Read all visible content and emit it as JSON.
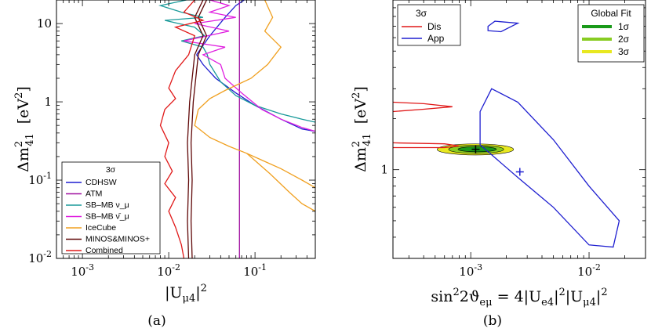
{
  "chart_data": [
    {
      "type": "line",
      "caption": "(a)",
      "xlabel": "|U_μ4|^2",
      "ylabel": "Δm^2_41   [eV^2]",
      "xscale": "log",
      "yscale": "log",
      "xlim": [
        0.0005,
        0.5
      ],
      "ylim": [
        0.01,
        20
      ],
      "x_ticks": [
        "10^-3",
        "10^-2",
        "10^-1"
      ],
      "y_ticks": [
        "10^-2",
        "10^-1",
        "1",
        "10"
      ],
      "legend": {
        "title": "3σ",
        "position": "bottom-left"
      },
      "series": [
        {
          "name": "CDHSW",
          "color": "#1f1fd0",
          "points": [
            [
              0.021,
              4
            ],
            [
              0.025,
              3
            ],
            [
              0.035,
              2
            ],
            [
              0.06,
              1.3
            ],
            [
              0.1,
              0.9
            ],
            [
              0.2,
              0.6
            ],
            [
              0.35,
              0.45
            ],
            [
              0.5,
              0.42
            ]
          ],
          "points2": [
            [
              0.021,
              4
            ],
            [
              0.03,
              7
            ],
            [
              0.045,
              12
            ],
            [
              0.06,
              17
            ],
            [
              0.075,
              20
            ]
          ]
        },
        {
          "name": "ATM",
          "color": "#a010a0",
          "points": [
            [
              0.066,
              0.01
            ],
            [
              0.066,
              20
            ]
          ]
        },
        {
          "name": "SB–MB ν_μ",
          "color": "#1a9a9a",
          "points": [
            [
              0.016,
              20
            ],
            [
              0.008,
              17
            ],
            [
              0.014,
              14
            ],
            [
              0.025,
              12
            ],
            [
              0.009,
              11
            ],
            [
              0.02,
              9
            ],
            [
              0.026,
              7
            ],
            [
              0.014,
              6
            ],
            [
              0.025,
              5
            ],
            [
              0.028,
              4
            ],
            [
              0.03,
              3
            ],
            [
              0.04,
              1.8
            ],
            [
              0.06,
              1.2
            ],
            [
              0.1,
              0.9
            ],
            [
              0.2,
              0.7
            ],
            [
              0.35,
              0.6
            ],
            [
              0.5,
              0.55
            ]
          ]
        },
        {
          "name": "SB–MB ν̄_μ",
          "color": "#e020e0",
          "points": [
            [
              0.03,
              20
            ],
            [
              0.05,
              17
            ],
            [
              0.03,
              14
            ],
            [
              0.06,
              12
            ],
            [
              0.02,
              10
            ],
            [
              0.05,
              8
            ],
            [
              0.015,
              6
            ],
            [
              0.045,
              5
            ],
            [
              0.025,
              4
            ],
            [
              0.04,
              3
            ],
            [
              0.045,
              2
            ],
            [
              0.07,
              1.3
            ],
            [
              0.12,
              0.8
            ],
            [
              0.2,
              0.6
            ],
            [
              0.35,
              0.47
            ],
            [
              0.5,
              0.42
            ]
          ]
        },
        {
          "name": "IceCube",
          "color": "#f0a020",
          "points": [
            [
              0.13,
              20
            ],
            [
              0.16,
              12
            ],
            [
              0.13,
              8
            ],
            [
              0.2,
              5
            ],
            [
              0.14,
              3
            ],
            [
              0.09,
              2
            ],
            [
              0.045,
              1.4
            ],
            [
              0.03,
              1.1
            ],
            [
              0.022,
              0.8
            ],
            [
              0.02,
              0.5
            ],
            [
              0.03,
              0.35
            ],
            [
              0.05,
              0.27
            ],
            [
              0.08,
              0.22
            ],
            [
              0.12,
              0.18
            ],
            [
              0.2,
              0.14
            ],
            [
              0.35,
              0.1
            ],
            [
              0.5,
              0.08
            ]
          ],
          "points2": [
            [
              0.08,
              0.22
            ],
            [
              0.15,
              0.12
            ],
            [
              0.25,
              0.07
            ],
            [
              0.35,
              0.05
            ],
            [
              0.5,
              0.04
            ]
          ]
        },
        {
          "name": "MINOS&MINOS+",
          "color": "#600808",
          "points": [
            [
              0.025,
              20
            ],
            [
              0.02,
              12
            ],
            [
              0.025,
              7
            ],
            [
              0.02,
              4
            ],
            [
              0.0175,
              1
            ],
            [
              0.0165,
              0.3
            ],
            [
              0.017,
              0.1
            ],
            [
              0.0165,
              0.03
            ],
            [
              0.017,
              0.01
            ]
          ]
        },
        {
          "name": "Combined",
          "color": "#e01818",
          "points": [
            [
              0.02,
              20
            ],
            [
              0.015,
              14
            ],
            [
              0.025,
              11
            ],
            [
              0.012,
              9
            ],
            [
              0.02,
              7
            ],
            [
              0.017,
              4
            ],
            [
              0.012,
              2.5
            ],
            [
              0.01,
              1.5
            ],
            [
              0.012,
              1.1
            ],
            [
              0.009,
              0.8
            ],
            [
              0.008,
              0.5
            ],
            [
              0.01,
              0.3
            ],
            [
              0.009,
              0.2
            ],
            [
              0.011,
              0.13
            ],
            [
              0.009,
              0.09
            ],
            [
              0.012,
              0.06
            ],
            [
              0.01,
              0.04
            ],
            [
              0.012,
              0.025
            ],
            [
              0.014,
              0.015
            ],
            [
              0.015,
              0.01
            ]
          ]
        }
      ]
    },
    {
      "type": "line",
      "caption": "(b)",
      "xlabel": "sin^2 2ϑ_eμ = 4|U_e4|^2|U_μ4|^2",
      "ylabel": "Δm^2_41   [eV^2]",
      "xscale": "log",
      "yscale": "log",
      "xlim": [
        0.00022,
        0.03
      ],
      "ylim": [
        0.3,
        10
      ],
      "x_ticks": [
        "10^-3",
        "10^-2"
      ],
      "y_ticks": [
        "1"
      ],
      "legends": [
        {
          "title": "3σ",
          "position": "top-left",
          "entries": [
            "Dis",
            "App"
          ]
        },
        {
          "title": "Global Fit",
          "position": "top-right",
          "entries": [
            "1σ",
            "2σ",
            "3σ"
          ]
        }
      ],
      "series": [
        {
          "name": "Dis",
          "color": "#e01818",
          "points": [
            [
              0.00022,
              1.44
            ],
            [
              0.0006,
              1.42
            ],
            [
              0.0008,
              1.38
            ],
            [
              0.0006,
              1.35
            ],
            [
              0.00022,
              1.35
            ]
          ],
          "points2": [
            [
              0.00022,
              2.5
            ],
            [
              0.0004,
              2.45
            ],
            [
              0.0007,
              2.35
            ],
            [
              0.0004,
              2.27
            ],
            [
              0.00022,
              2.2
            ]
          ]
        },
        {
          "name": "App",
          "color": "#1f1fd0",
          "points": [
            [
              0.0015,
              3
            ],
            [
              0.0025,
              2.5
            ],
            [
              0.005,
              1.5
            ],
            [
              0.01,
              0.8
            ],
            [
              0.018,
              0.5
            ],
            [
              0.016,
              0.35
            ],
            [
              0.01,
              0.36
            ],
            [
              0.005,
              0.6
            ],
            [
              0.0025,
              0.9
            ],
            [
              0.0012,
              1.4
            ],
            [
              0.0012,
              2.2
            ],
            [
              0.0015,
              3
            ]
          ],
          "points2": [
            [
              0.0014,
              7
            ],
            [
              0.0016,
              7.5
            ],
            [
              0.0025,
              7.3
            ],
            [
              0.0018,
              6.5
            ],
            [
              0.0014,
              6.6
            ]
          ],
          "best_fit": [
            0.0026,
            0.97
          ]
        },
        {
          "name": "Global Fit 3σ",
          "color": "#e8e820"
        },
        {
          "name": "Global Fit 2σ",
          "color": "#88cc22"
        },
        {
          "name": "Global Fit 1σ",
          "color": "#1a9a1a",
          "best_fit": [
            0.0011,
            1.32
          ]
        }
      ]
    }
  ]
}
